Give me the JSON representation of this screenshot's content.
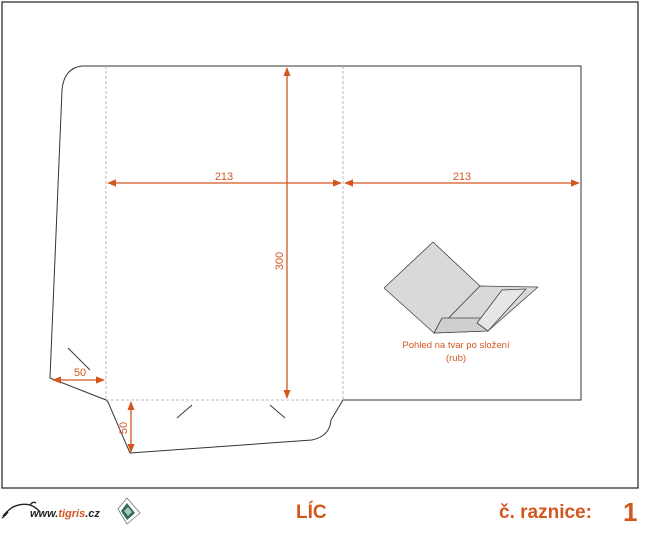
{
  "dimensions": {
    "left_panel_width": "213",
    "right_panel_width": "213",
    "height": "300",
    "flap_width": "50",
    "pocket_height": "50"
  },
  "preview": {
    "caption_line1": "Pohled na tvar po složení",
    "caption_line2": "(rub)"
  },
  "footer": {
    "brand_prefix": "www.",
    "brand_name": "tigris",
    "brand_suffix": ".cz",
    "side_label": "LÍC",
    "die_label": "č. raznice:",
    "die_number": "1"
  },
  "colors": {
    "dimension": "#d4561f",
    "outline": "#333333",
    "fold_line": "#aaaaaa",
    "preview_fill": "#d9d9d9",
    "frame": "#222222"
  }
}
